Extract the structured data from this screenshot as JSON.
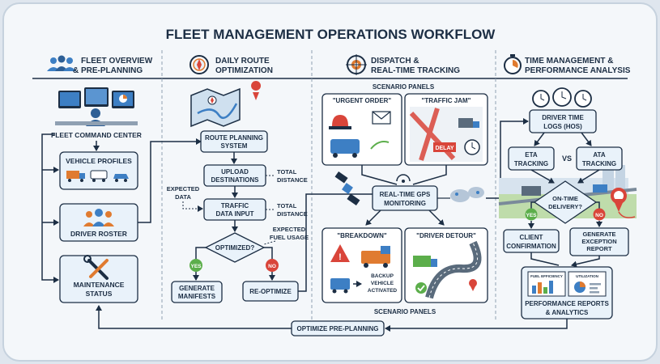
{
  "title": "FLEET MANAGEMENT OPERATIONS WORKFLOW",
  "sections": {
    "s1": [
      "FLEET OVERVIEW",
      "& PRE-PLANNING"
    ],
    "s2": [
      "DAILY ROUTE",
      "OPTIMIZATION"
    ],
    "s3": [
      "DISPATCH &",
      "REAL-TIME TRACKING"
    ],
    "s4": [
      "TIME MANAGEMENT &",
      "PERFORMANCE ANALYSIS"
    ]
  },
  "fleet": {
    "command_center": "FLEET COMMAND CENTER",
    "vehicle_profiles": "VEHICLE PROFILES",
    "driver_roster": "DRIVER ROSTER",
    "maintenance": [
      "MAINTENANCE",
      "STATUS"
    ]
  },
  "route": {
    "planning": [
      "ROUTE PLANNING",
      "SYSTEM"
    ],
    "upload": [
      "UPLOAD",
      "DESTINATIONS"
    ],
    "total_distance": [
      "TOTAL",
      "DISTANCE"
    ],
    "expected_data": [
      "EXPECTED",
      "DATA"
    ],
    "traffic": [
      "TRAFFIC",
      "DATA INPUT"
    ],
    "expected_fuel": [
      "EXPECTED",
      "FUEL USAGE"
    ],
    "optimized": "OPTIMIZED?",
    "yes": "YES",
    "no": "NO",
    "manifests": [
      "GENERATE",
      "MANIFESTS"
    ],
    "reoptimize": "RE-OPTIMIZE"
  },
  "dispatch": {
    "scenario_panels": "SCENARIO PANELS",
    "urgent": "\"URGENT ORDER\"",
    "traffic_jam": "\"TRAFFIC JAM\"",
    "delay": "DELAY",
    "gps": [
      "REAL-TIME GPS",
      "MONITORING"
    ],
    "breakdown": "\"BREAKDOWN\"",
    "detour": "\"DRIVER DETOUR\"",
    "backup": [
      "BACKUP",
      "VEHICLE",
      "ACTIVATED"
    ]
  },
  "time": {
    "logs": [
      "DRIVER TIME",
      "LOGS (HOS)"
    ],
    "eta": [
      "ETA",
      "TRACKING"
    ],
    "vs": "VS",
    "ata": [
      "ATA",
      "TRACKING"
    ],
    "ontime": [
      "ON-TIME",
      "DELIVERY?"
    ],
    "yes": "YES",
    "no": "NO",
    "client": [
      "CLIENT",
      "CONFIRMATION"
    ],
    "exception": [
      "GENERATE",
      "EXCEPTION",
      "REPORT"
    ],
    "fuel_eff": "FUEL EFFICIENCY",
    "utilization": "UTILIZATION",
    "reports": [
      "PERFORMANCE REPORTS",
      "& ANALYTICS"
    ]
  },
  "footer_loop": "OPTIMIZE PRE-PLANNING",
  "colors": {
    "navy": "#1c2e44",
    "box_fill": "#e9f2fa",
    "accent_blue": "#3d7fc4",
    "yes_green": "#5cae4b",
    "no_red": "#d9453a"
  }
}
